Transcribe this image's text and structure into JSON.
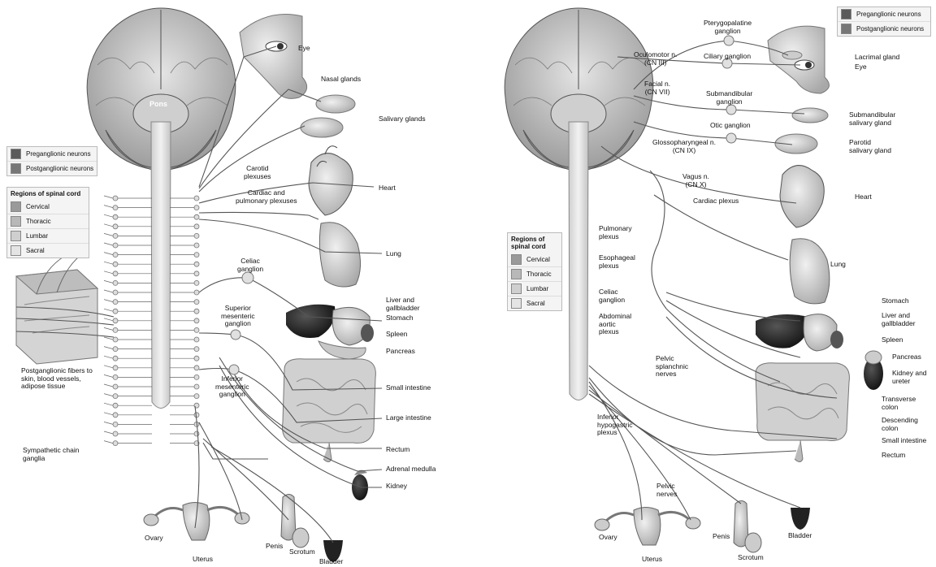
{
  "colors": {
    "preganglionic": "#5a5a5a",
    "postganglionic": "#777777",
    "cervical": "#9a9a9a",
    "thoracic": "#b8b8b8",
    "lumbar": "#cfcfcf",
    "sacral": "#e4e4e4"
  },
  "left": {
    "legend_neurons": [
      "Preganglionic neurons",
      "Postganglionic neurons"
    ],
    "regions_title": "Regions of spinal cord",
    "regions": [
      "Cervical",
      "Thoracic",
      "Lumbar",
      "Sacral"
    ],
    "pons": "Pons",
    "labels": {
      "eye": "Eye",
      "nasal": "Nasal glands",
      "salivary": "Salivary glands",
      "carotid": "Carotid\nplexuses",
      "cardiac": "Cardiac and\npulmonary plexuses",
      "heart": "Heart",
      "lung": "Lung",
      "celiac": "Celiac\nganglion",
      "superior": "Superior\nmesenteric\nganglion",
      "inferior": "Inferior\nmesenteric\nganglion",
      "liver": "Liver and\ngallbladder",
      "stomach": "Stomach",
      "spleen": "Spleen",
      "pancreas": "Pancreas",
      "small": "Small intestine",
      "large": "Large intestine",
      "rectum": "Rectum",
      "adrenal": "Adrenal medulla",
      "kidney": "Kidney",
      "postgang": "Postganglionic fibers to\nskin, blood vessels,\nadipose tissue",
      "chain": "Sympathetic chain\nganglia",
      "ovary": "Ovary",
      "uterus": "Uterus",
      "penis": "Penis",
      "scrotum": "Scrotum",
      "bladder": "Bladder"
    }
  },
  "right": {
    "legend_neurons": [
      "Preganglionic neurons",
      "Postganglionic neurons"
    ],
    "regions_title": "Regions of\nspinal cord",
    "regions": [
      "Cervical",
      "Thoracic",
      "Lumbar",
      "Sacral"
    ],
    "labels": {
      "pterygo": "Pterygopalatine\nganglion",
      "oculomotor": "Oculomotor n.\n(CN III)",
      "ciliary": "Ciliary ganglion",
      "lacrimal": "Lacrimal gland",
      "eye": "Eye",
      "facial": "Facial n.\n(CN VII)",
      "submand_gang": "Submandibular\nganglion",
      "submand_gland": "Submandibular\nsalivary gland",
      "otic": "Otic ganglion",
      "glosso": "Glossopharyngeal n.\n(CN IX)",
      "parotid": "Parotid\nsalivary gland",
      "vagus": "Vagus n.\n(CN X)",
      "cardiac": "Cardiac plexus",
      "heart": "Heart",
      "pulmonary": "Pulmonary\nplexus",
      "esophageal": "Esophageal\nplexus",
      "lung": "Lung",
      "celiac": "Celiac\nganglion",
      "abdominal": "Abdominal\naortic\nplexus",
      "stomach": "Stomach",
      "liver": "Liver and\ngallbladder",
      "spleen": "Spleen",
      "pancreas": "Pancreas",
      "pelvic_spl": "Pelvic\nsplanchnic\nnerves",
      "kidney": "Kidney and\nureter",
      "transverse": "Transverse\ncolon",
      "descending": "Descending\ncolon",
      "inferior_hypo": "Inferior\nhypogastric\nplexus",
      "small": "Small intestine",
      "rectum": "Rectum",
      "pelvic_n": "Pelvic\nnerves",
      "ovary": "Ovary",
      "penis": "Penis",
      "bladder": "Bladder",
      "uterus": "Uterus",
      "scrotum": "Scrotum"
    }
  }
}
